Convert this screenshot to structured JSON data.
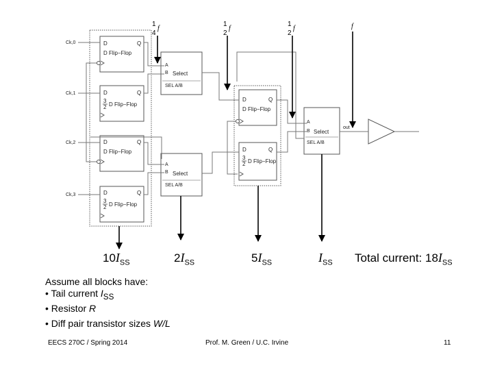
{
  "diagram": {
    "clock_fractions": [
      {
        "num": "1",
        "den": "4",
        "sym": "f"
      },
      {
        "num": "1",
        "den": "2",
        "sym": "f"
      },
      {
        "num": "1",
        "den": "2",
        "sym": "f"
      },
      {
        "num": "",
        "den": "",
        "sym": "f"
      }
    ],
    "ff": {
      "d": "D",
      "q": "Q",
      "d_ff": "D Flip−Flop",
      "q_ff_num": "3",
      "q_ff_den": "2",
      "q_ff_label": "D Flip−Flop"
    },
    "mux": {
      "a": "A",
      "b": "B",
      "label": "Select",
      "sel": "SEL A/B"
    },
    "input_labels": [
      "Ck,0",
      "Ck,1",
      "Ck,2",
      "Ck,3"
    ],
    "output_label": "out",
    "currents": [
      {
        "coef": "10",
        "sym": "I",
        "sub": "SS"
      },
      {
        "coef": "2",
        "sym": "I",
        "sub": "SS"
      },
      {
        "coef": "5",
        "sym": "I",
        "sub": "SS"
      },
      {
        "coef": "",
        "sym": "I",
        "sub": "SS"
      }
    ],
    "total": {
      "prefix": "Total current:  18",
      "sym": "I",
      "sub": "SS"
    }
  },
  "notes": {
    "title": "Assume all blocks have:",
    "items": [
      {
        "text": "Tail current ",
        "em": "I",
        "sub": "SS"
      },
      {
        "text": "Resistor ",
        "em": "R",
        "sub": ""
      },
      {
        "text": "Diff pair transistor sizes ",
        "em": "W/L",
        "sub": ""
      }
    ]
  },
  "footer": {
    "course": "EECS 270C / Spring 2014",
    "author": "Prof. M. Green / U.C. Irvine",
    "page": "11"
  }
}
